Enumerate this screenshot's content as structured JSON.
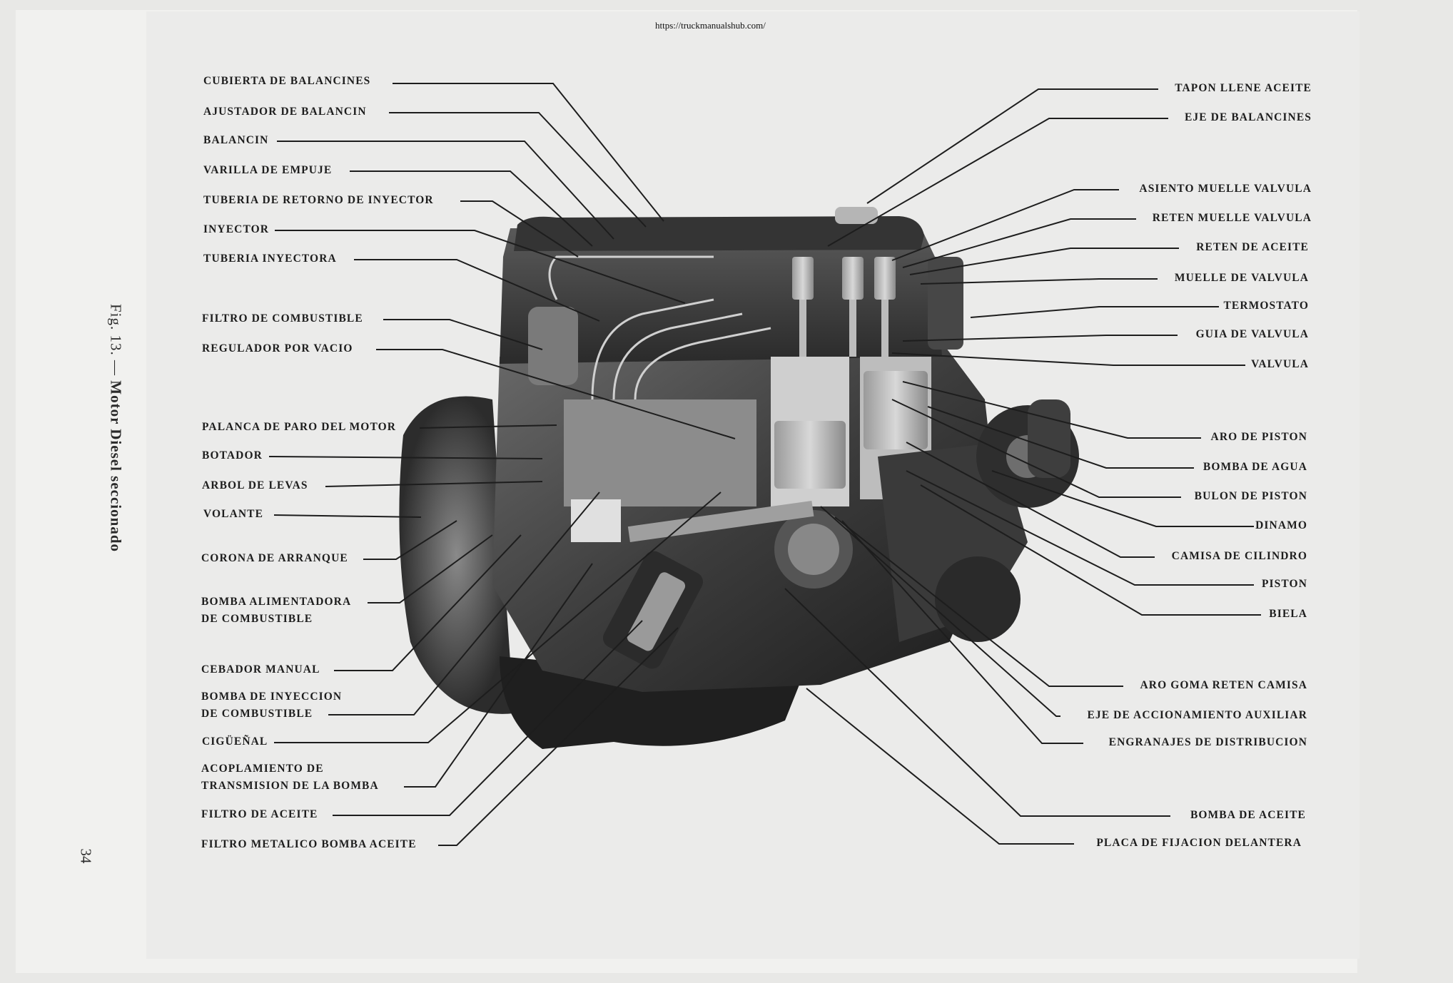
{
  "url": "https://truckmanualshub.com/",
  "caption": {
    "fig": "Fig. 13. —",
    "title": "Motor Diesel seccionado"
  },
  "page_number": "34",
  "left_labels": [
    {
      "id": "cubierta-de-balancines",
      "lines": [
        "CUBIERTA DE BALANCINES"
      ]
    },
    {
      "id": "ajustador-de-balancin",
      "lines": [
        "AJUSTADOR DE BALANCIN"
      ]
    },
    {
      "id": "balancin",
      "lines": [
        "BALANCIN"
      ]
    },
    {
      "id": "varilla-de-empuje",
      "lines": [
        "VARILLA DE EMPUJE"
      ]
    },
    {
      "id": "tuberia-de-retorno-de-inyector",
      "lines": [
        "TUBERIA DE RETORNO DE INYECTOR"
      ]
    },
    {
      "id": "inyector",
      "lines": [
        "INYECTOR"
      ]
    },
    {
      "id": "tuberia-inyectora",
      "lines": [
        "TUBERIA INYECTORA"
      ]
    },
    {
      "id": "filtro-de-combustible",
      "lines": [
        "FILTRO DE COMBUSTIBLE"
      ]
    },
    {
      "id": "regulador-por-vacio",
      "lines": [
        "REGULADOR POR VACIO"
      ]
    },
    {
      "id": "palanca-de-paro-del-motor",
      "lines": [
        "PALANCA DE PARO DEL MOTOR"
      ]
    },
    {
      "id": "botador",
      "lines": [
        "BOTADOR"
      ]
    },
    {
      "id": "arbol-de-levas",
      "lines": [
        "ARBOL DE LEVAS"
      ]
    },
    {
      "id": "volante",
      "lines": [
        "VOLANTE"
      ]
    },
    {
      "id": "corona-de-arranque",
      "lines": [
        "CORONA DE ARRANQUE"
      ]
    },
    {
      "id": "bomba-alimentadora",
      "lines": [
        "BOMBA ALIMENTADORA",
        "DE COMBUSTIBLE"
      ]
    },
    {
      "id": "cebador-manual",
      "lines": [
        "CEBADOR MANUAL"
      ]
    },
    {
      "id": "bomba-de-inyeccion",
      "lines": [
        "BOMBA DE INYECCION",
        "DE COMBUSTIBLE"
      ]
    },
    {
      "id": "cigueñal",
      "lines": [
        "CIGÜEÑAL"
      ]
    },
    {
      "id": "acoplamiento",
      "lines": [
        "ACOPLAMIENTO DE",
        "TRANSMISION DE LA BOMBA"
      ]
    },
    {
      "id": "filtro-de-aceite",
      "lines": [
        "FILTRO DE ACEITE"
      ]
    },
    {
      "id": "filtro-metalico",
      "lines": [
        "FILTRO METALICO  BOMBA ACEITE"
      ]
    }
  ],
  "right_labels": [
    {
      "id": "tapon-llene-aceite",
      "lines": [
        "TAPON LLENE ACEITE"
      ]
    },
    {
      "id": "eje-de-balancines",
      "lines": [
        "EJE DE BALANCINES"
      ]
    },
    {
      "id": "asiento-muelle-valvula",
      "lines": [
        "ASIENTO MUELLE VALVULA"
      ]
    },
    {
      "id": "reten-muelle-valvula",
      "lines": [
        "RETEN MUELLE VALVULA"
      ]
    },
    {
      "id": "reten-de-aceite",
      "lines": [
        "RETEN DE ACEITE"
      ]
    },
    {
      "id": "muelle-de-valvula",
      "lines": [
        "MUELLE DE VALVULA"
      ]
    },
    {
      "id": "termostato",
      "lines": [
        "TERMOSTATO"
      ]
    },
    {
      "id": "guia-de-valvula",
      "lines": [
        "GUIA DE VALVULA"
      ]
    },
    {
      "id": "valvula",
      "lines": [
        "VALVULA"
      ]
    },
    {
      "id": "aro-de-piston",
      "lines": [
        "ARO DE PISTON"
      ]
    },
    {
      "id": "bomba-de-agua",
      "lines": [
        "BOMBA DE AGUA"
      ]
    },
    {
      "id": "bulon-de-piston",
      "lines": [
        "BULON DE PISTON"
      ]
    },
    {
      "id": "dinamo",
      "lines": [
        "DINAMO"
      ]
    },
    {
      "id": "camisa-de-cilindro",
      "lines": [
        "CAMISA DE CILINDRO"
      ]
    },
    {
      "id": "piston",
      "lines": [
        "PISTON"
      ]
    },
    {
      "id": "biela",
      "lines": [
        "BIELA"
      ]
    },
    {
      "id": "aro-goma-reten-camisa",
      "lines": [
        "ARO GOMA RETEN CAMISA"
      ]
    },
    {
      "id": "eje-de-accionamiento-auxiliar",
      "lines": [
        "EJE DE ACCIONAMIENTO AUXILIAR"
      ]
    },
    {
      "id": "engranajes-de-distribucion",
      "lines": [
        "ENGRANAJES DE DISTRIBUCION"
      ]
    },
    {
      "id": "bomba-de-aceite",
      "lines": [
        "BOMBA DE ACEITE"
      ]
    },
    {
      "id": "placa-de-fijacion-delantera",
      "lines": [
        "PLACA DE FIJACION DELANTERA"
      ]
    }
  ]
}
